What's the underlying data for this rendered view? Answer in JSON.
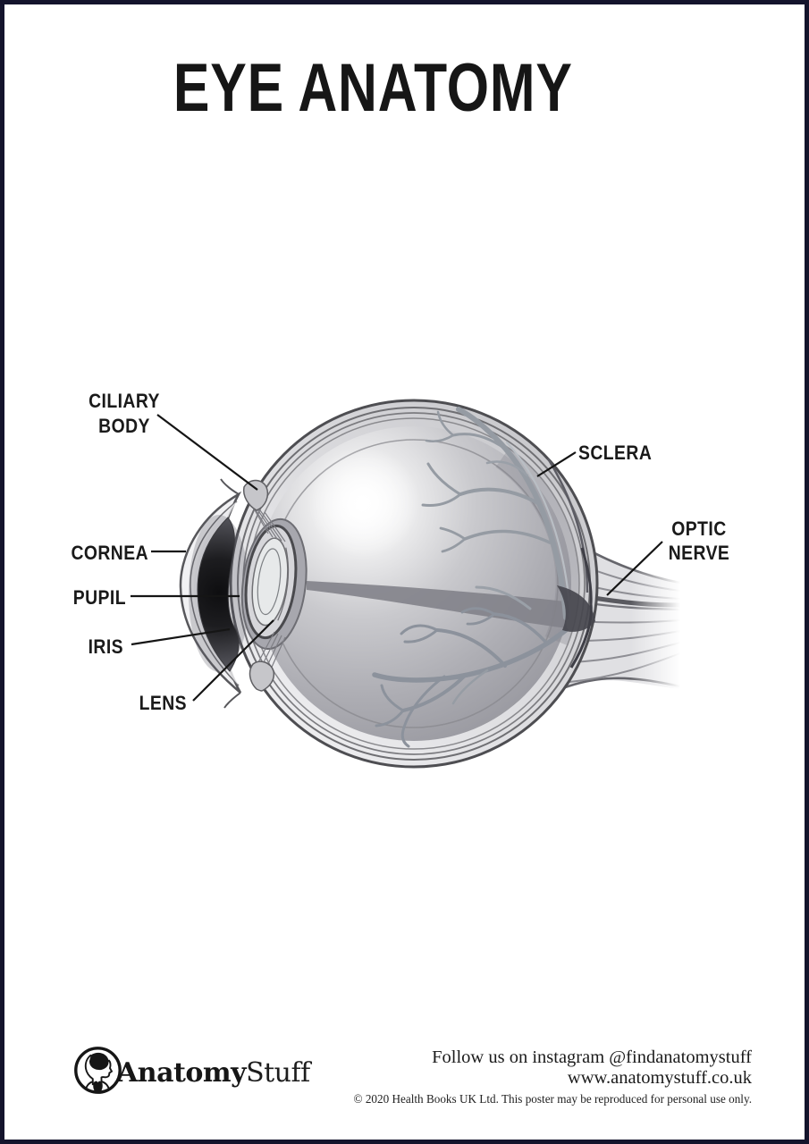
{
  "poster": {
    "title": "EYE ANATOMY",
    "border_color": "#14142c",
    "background_color": "#ffffff",
    "ink_color": "#1a1a1a"
  },
  "diagram": {
    "name": "eye-cross-section-lateral-view",
    "style": "grayscale medical illustration",
    "labels": {
      "ciliary_body": {
        "line1": "CILIARY",
        "line2": "BODY"
      },
      "sclera": {
        "text": "SCLERA"
      },
      "optic_nerve": {
        "line1": "OPTIC",
        "line2": "NERVE"
      },
      "cornea": {
        "text": "CORNEA"
      },
      "pupil": {
        "text": "PUPIL"
      },
      "iris": {
        "text": "IRIS"
      },
      "lens": {
        "text": "LENS"
      }
    }
  },
  "footer": {
    "brand": {
      "icon": "person-profile-anatomy-icon",
      "name_bold": "Anatomy",
      "name_light": "Stuff"
    },
    "instagram_line": "Follow us on instagram @findanatomystuff",
    "website": "www.anatomystuff.co.uk",
    "copyright": "© 2020 Health Books UK Ltd. This poster may be reproduced for personal use only."
  }
}
